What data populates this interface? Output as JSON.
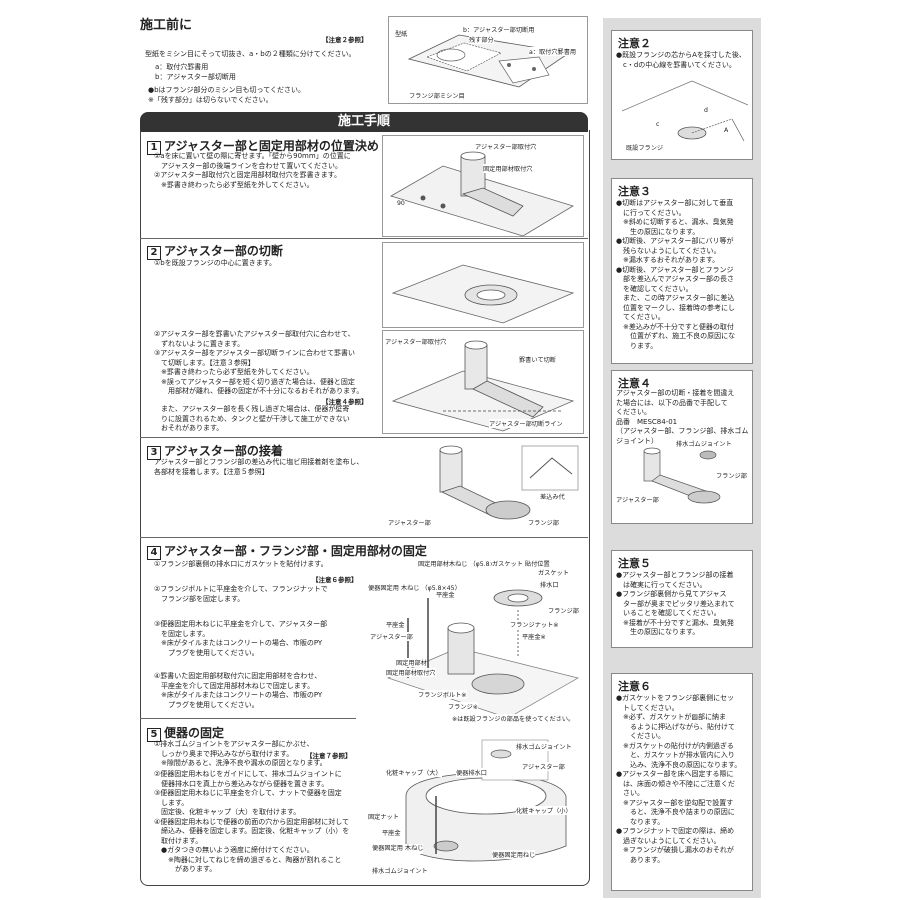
{
  "header": {
    "title": "施工前に",
    "ref_note2": "【注意２参照】",
    "intro": "型紙をミシン目にそって切抜き、a・bの２種類に分けてください。",
    "a_item": "a：取付穴罫書用",
    "b_item": "b：アジャスター部切断用",
    "bullet": "●bはフランジ部分のミシン目も切ってください。\n※「残す部分」は切らないでください。",
    "fig_labels": {
      "katagami": "型紙",
      "b_cut": "b：アジャスター部切断用",
      "nokosu": "残す部分",
      "a_hole": "a：取付穴罫書用",
      "flange_mishin": "フランジ部ミシン目"
    }
  },
  "procedure_title": "施工手順",
  "step1": {
    "num": "1",
    "title": "アジャスター部と固定用部材の位置決め",
    "text": "①aを床に置いて壁の際に寄せます。「壁から90mm」の位置に\n　アジャスター部の後端ラインを合わせて置いてください。\n②アジャスター部取付穴と固定用部材取付穴を罫書きます。\n　※罫書き終わったら必ず型紙を外してください。",
    "fig_labels": {
      "adj_hole": "アジャスター部取付穴",
      "fix_hole": "固定用部材取付穴",
      "dim": "90"
    }
  },
  "step2": {
    "num": "2",
    "title": "アジャスター部の切断",
    "text1": "①bを既設フランジの中心に置きます。",
    "text2": "②アジャスター部を罫書いたアジャスター部取付穴に合わせて、\n　ずれないように置きます。\n③アジャスター部をアジャスター部切断ラインに合わせて罫書い\n　て切断します。【注意３参照】\n　※罫書き終わったら必ず型紙を外してください。\n　※誤ってアジャスター部を短く切り過ぎた場合は、便器と固定\n　　用部材が離れ、便器の固定が不十分になるおそれがあります。",
    "ref_note4": "【注意４参照】",
    "text3": "　また、アジャスター部を長く残し過ぎた場合は、便器が壁寄\n　りに設置されるため、タンクと壁が干渉して施工ができない\n　おそれがあります。",
    "fig_labels": {
      "adj_hole": "アジャスター部取付穴",
      "mark_cut": "罫書いて切断",
      "cut_line": "アジャスター部切断ライン"
    }
  },
  "step3": {
    "num": "3",
    "title": "アジャスター部の接着",
    "text": "アジャスター部とフランジ部の差込み代に塩ビ用接着剤を塗布し、\n各部材を接着します。【注意５参照】",
    "fig_labels": {
      "insert": "差込み代",
      "adj": "アジャスター部",
      "flange": "フランジ部"
    }
  },
  "step4": {
    "num": "4",
    "title": "アジャスター部・フランジ部・固定用部材の固定",
    "text1": "①フランジ部裏側の排水口にガスケットを貼付けます。",
    "ref_note6": "【注意６参照】",
    "text2": "②フランジボルトに平座金を介して、フランジナットで\n　フランジ部を固定します。",
    "text3": "③便器固定用木ねじに平座金を介して、アジャスター部\n　を固定します。\n　※床がタイルまたはコンクリートの場合、市販のPY\n　　プラグを使用してください。",
    "text4": "④罫書いた固定用部材取付穴に固定用部材を合わせ、\n　平座金を介して固定用部材木ねじで固定します。\n　※床がタイルまたはコンクリートの場合、市販のPY\n　　プラグを使用してください。",
    "fig_labels": {
      "fix_screw": "固定用部材木ねじ\n（φ5.8×40）",
      "gasket_pos": "ガスケット\n貼付位置",
      "gasket": "ガスケット",
      "drain": "排水口",
      "toilet_screw": "便器固定用\n木ねじ\n（φ5.8×45）",
      "washer": "平座金",
      "flange": "フランジ部",
      "flange_nut": "フランジナット※",
      "washer2": "平座金※",
      "washer3": "平座金",
      "adj": "アジャスター部",
      "fix_member": "固定用部材",
      "fix_hole": "固定用部材取付穴",
      "flange_bolt": "フランジボルト※",
      "flange_main": "フランジ※",
      "note": "※は既設フランジの部品を使ってください。"
    }
  },
  "step5": {
    "num": "5",
    "title": "便器の固定",
    "text1": "①排水ゴムジョイントをアジャスター部にかぶせ、\n　しっかり奥まで押込みながら取付けます。",
    "ref_note7": "【注意７参照】",
    "text1b": "　※隙間があると、洗浄不良や漏水の原因となります。",
    "text2": "②便器固定用木ねじをガイドにして、排水ゴムジョイントに\n　便器排水口を真上から差込みながら便器を置きます。\n③便器固定用木ねじに平座金を介して、ナットで便器を固定\n　します。\n　固定後、化粧キャップ（大）を取付けます。\n④便器固定用木ねじで便器の前面の穴から固定用部材に対して\n　締込み、便器を固定します。固定後、化粧キャップ（小）を\n　取付けます。\n　●ガタつきの無いよう適度に締付けてください。\n　　※陶器に対してねじを締め過ぎると、陶器が割れること\n　　　があります。",
    "fig_labels": {
      "cap_big": "化粧キャップ（大）",
      "toilet_drain": "便器排水口",
      "rubber_joint": "排水ゴムジョイント",
      "adj": "アジャスター部",
      "cap_small": "化粧キャップ（小）",
      "fix_nut": "固定ナット",
      "washer": "平座金",
      "toilet_screw": "便器固定用\n木ねじ",
      "toilet_screw2": "便器固定用ねじ",
      "rubber_joint2": "排水ゴムジョイント"
    }
  },
  "sidebar": {
    "note2": {
      "title": "注意２",
      "text": "●既設フランジの芯からAを採寸した後、\n　c・dの中心線を罫書いてください。",
      "fig_labels": {
        "c": "c",
        "d": "d",
        "A": "A",
        "flange": "既設フランジ"
      }
    },
    "note3": {
      "title": "注意３",
      "text": "●切断はアジャスター部に対して垂直\n　に行ってください。\n　※斜めに切断すると、漏水、臭気発\n　　生の原因になります。\n●切断後、アジャスター部にバリ等が\n　残らないようにしてください。\n　※漏水するおそれがあります。\n●切断後、アジャスター部とフランジ\n　部を差込んでアジャスター部の長さ\n　を確認してください。\n　また、この時アジャスター部に差込\n　位置をマークし、接着時の参考にし\n　てください。\n　※差込みが不十分ですと便器の取付\n　　位置がずれ、施工不良の原因にな\n　　ります。"
    },
    "note4": {
      "title": "注意４",
      "text": "アジャスター部の切断・接着を間違え\nた場合には、以下の品番で手配して\nください。\n品番　MESC84-01\n（アジャスター部、フランジ部、排水ゴムジョイント）",
      "fig_labels": {
        "rubber": "排水ゴムジョイント",
        "flange": "フランジ部",
        "adj": "アジャスター部"
      }
    },
    "note5": {
      "title": "注意５",
      "text": "●アジャスター部とフランジ部の接着\n　は確実に行ってください。\n●フランジ部裏側から見てアジャス\n　ター部が奥までピッタリ差込まれて\n　いることを確認してください。\n　※接着が不十分ですと漏水、臭気発\n　　生の原因になります。"
    },
    "note6": {
      "title": "注意６",
      "text": "●ガスケットをフランジ部裏側にセッ\n　トしてください。\n　※必ず、ガスケットが▨部に納ま\n　　るように押込げながら、貼付けて\n　　ください。\n　※ガスケットの貼付けが内側過ぎる\n　　と、ガスケットが排水管内に入り\n　　込み、洗浄不良の原因になります。\n●アジャスター部を床へ固定する際に\n　は、床面の傾きや不陸にご注意くだ\n　さい。\n　※アジャスター部を逆勾配で設置す\n　　ると、洗浄不良や詰まりの原因に\n　　なります。\n●フランジナットで固定の際は、締め\n　過ぎないようにしてください。\n　※フランジが破損し漏水のおそれが\n　　あります。"
    }
  }
}
